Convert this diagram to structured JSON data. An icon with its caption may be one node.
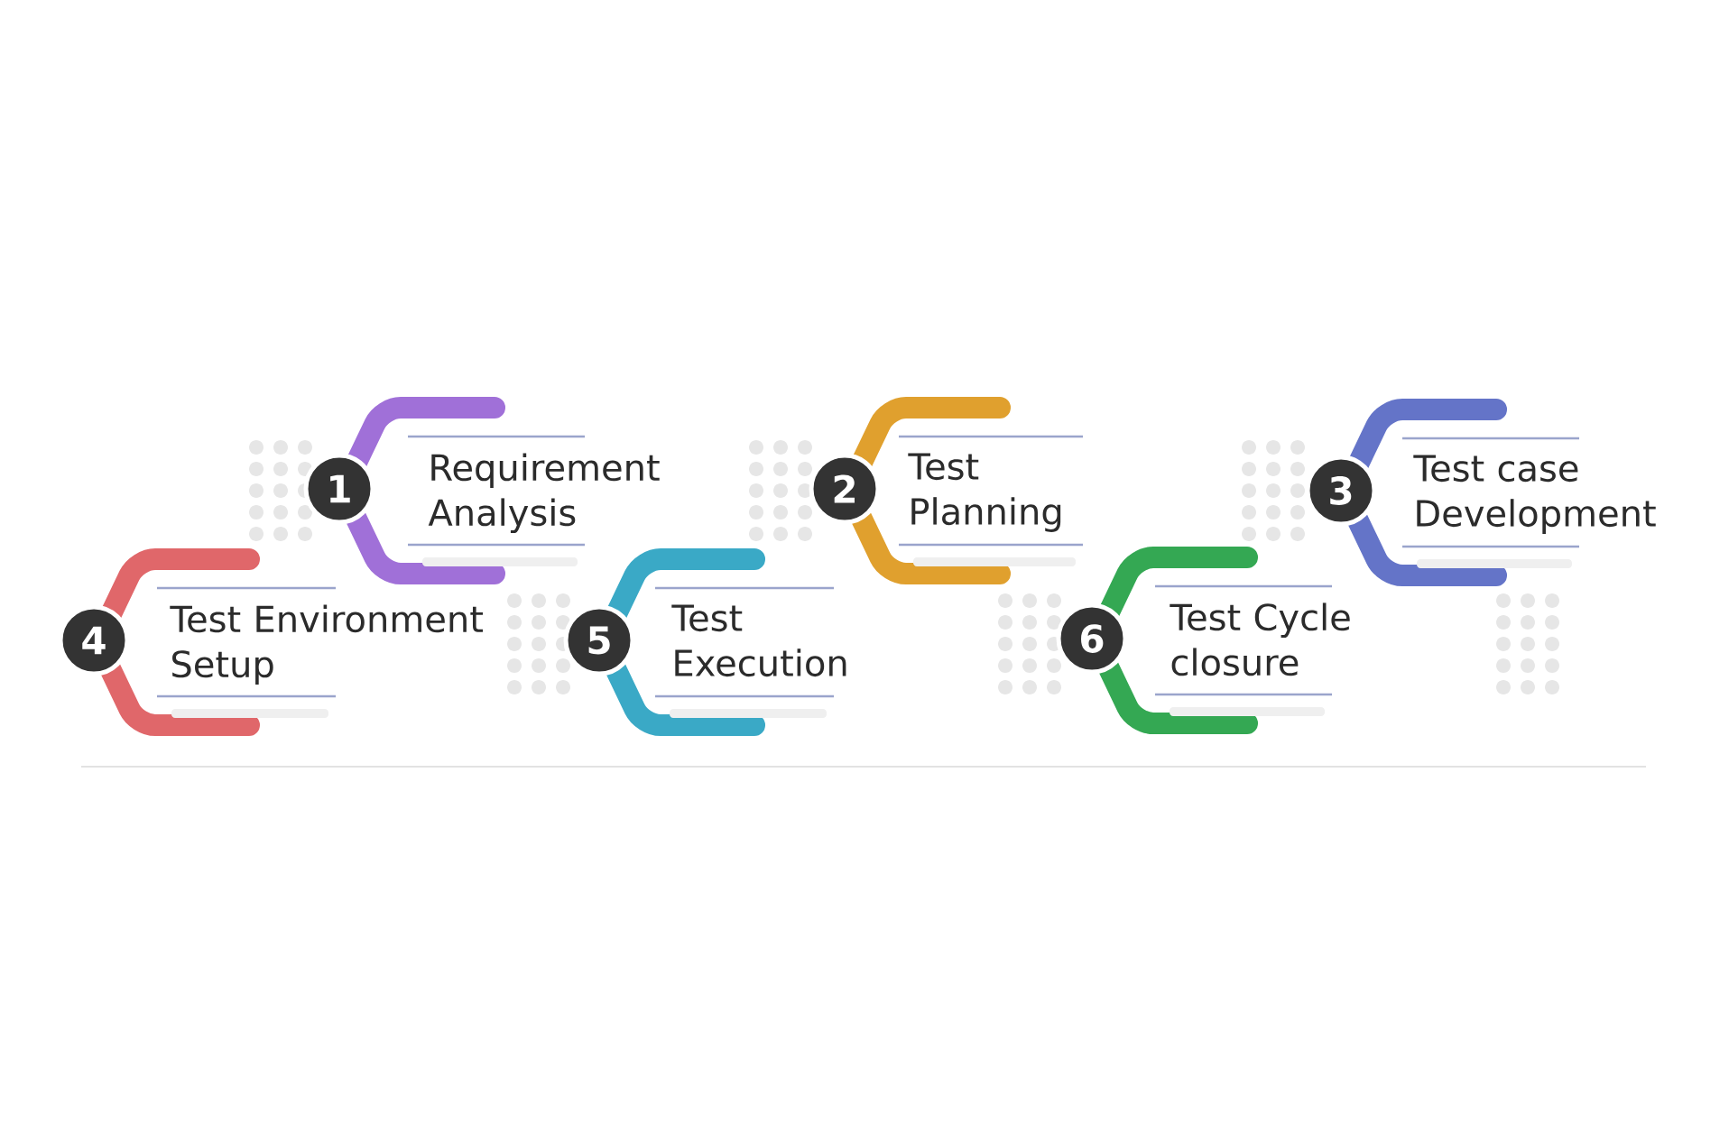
{
  "diagram": {
    "nodes": [
      {
        "text": [
          "1",
          "Requirement Analysis"
        ]
      },
      {
        "text": [
          "2",
          "Test Planning"
        ]
      },
      {
        "text": [
          "3",
          "Test case Development"
        ]
      },
      {
        "text": [
          "4",
          "Test Environment Setup"
        ]
      },
      {
        "text": [
          "5",
          "Test Execution"
        ]
      },
      {
        "text": [
          "6",
          "Test Cycle closure"
        ]
      }
    ]
  }
}
